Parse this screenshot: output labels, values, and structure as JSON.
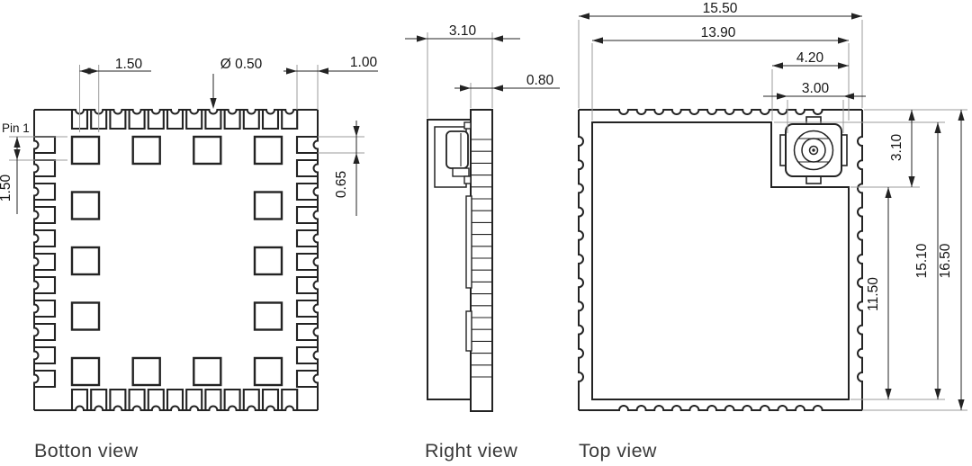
{
  "colors": {
    "line": "#232323",
    "extension_line": "#9b9b9b",
    "label": "#3a3a3a",
    "background": "#ffffff"
  },
  "views": {
    "bottom": {
      "label": "Botton view",
      "pin1": "Pin 1",
      "dims": {
        "top_pad_pitch": "1.50",
        "castellation_hole_diameter": "Ø 0.50",
        "top_right_margin": "1.00",
        "left_pad_pitch": "1.50",
        "side_pad_width": "0.65"
      }
    },
    "right": {
      "label": "Right view",
      "dims": {
        "total_thickness": "3.10",
        "pcb_thickness": "0.80"
      }
    },
    "top": {
      "label": "Top view",
      "dims": {
        "module_width": "15.50",
        "shield_width": "13.90",
        "antenna_notch_width": "4.20",
        "connector_width": "3.00",
        "connector_region_height": "3.10",
        "shield_below_connector": "11.50",
        "shield_height": "15.10",
        "module_height": "16.50"
      }
    }
  }
}
